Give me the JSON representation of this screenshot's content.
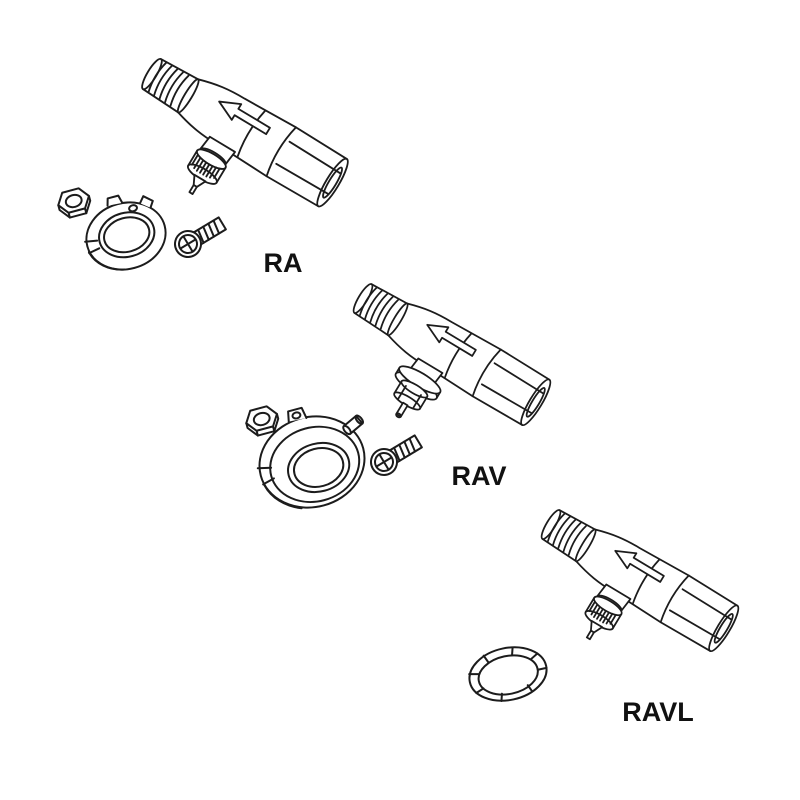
{
  "theme": {
    "background": "#ffffff",
    "stroke": "#1c1c1c",
    "label": "#111111"
  },
  "diagram": {
    "type": "exploded-parts-diagram",
    "subject": "thermostatic radiator valves with adapter parts",
    "valves": [
      {
        "id": "ra",
        "label": "RA",
        "parts": [
          "valve-body",
          "flow-arrow",
          "serrated-stem",
          "hex-nut",
          "adapter-collar",
          "screw"
        ]
      },
      {
        "id": "rav",
        "label": "RAV",
        "parts": [
          "valve-body",
          "flow-arrow",
          "hex-gland-stem",
          "hex-nut",
          "adapter-ring",
          "pin",
          "screw"
        ]
      },
      {
        "id": "ravl",
        "label": "RAVL",
        "parts": [
          "valve-body",
          "flow-arrow",
          "serrated-stem",
          "snap-ring"
        ]
      }
    ]
  }
}
